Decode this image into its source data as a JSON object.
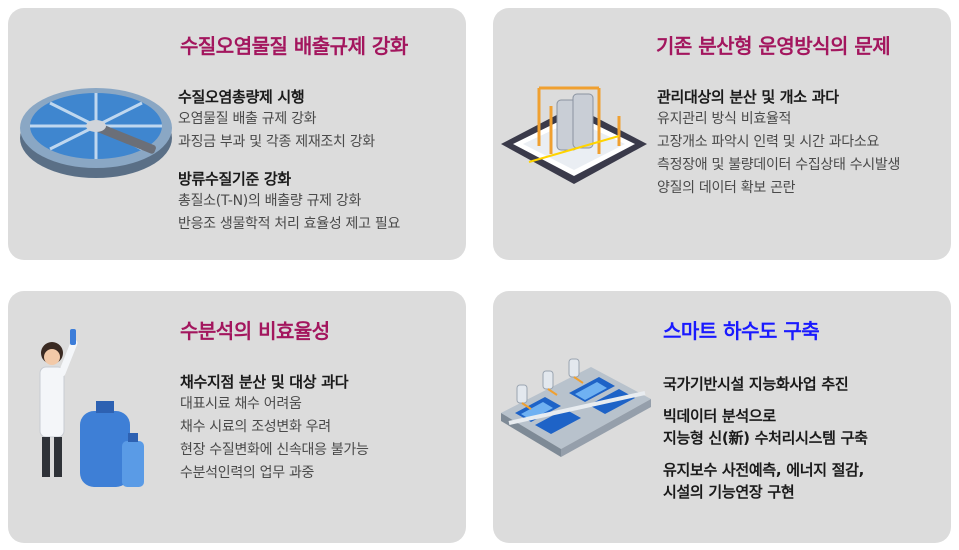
{
  "cards": {
    "top_left": {
      "title": "수질오염물질 배출규제 강화",
      "title_color": "#a3165e",
      "sections": [
        {
          "heading": "수질오염총량제 시행",
          "lines": [
            "오염물질 배출 규제 강화",
            "과징금 부과 및 각종 제재조치 강화"
          ]
        },
        {
          "heading": "방류수질기준 강화",
          "lines": [
            "총질소(T-N)의 배출량 규제 강화",
            "반응조 생물학적 처리 효율성 제고 필요"
          ]
        }
      ]
    },
    "top_right": {
      "title": "기존 분산형 운영방식의 문제",
      "title_color": "#a3165e",
      "sections": [
        {
          "heading": "관리대상의 분산 및 개소 과다",
          "lines": [
            "유지관리 방식 비효율적",
            "고장개소 파악시 인력 및 시간 과다소요",
            "측정장애 및 불량데이터 수집상태 수시발생",
            "양질의 데이터 확보 곤란"
          ]
        }
      ]
    },
    "bottom_left": {
      "title": "수분석의 비효율성",
      "title_color": "#a3165e",
      "sections": [
        {
          "heading": "채수지점 분산 및 대상 과다",
          "lines": [
            "대표시료 채수 어려움",
            "채수 시료의 조성변화 우려",
            "현장 수질변화에 신속대응 불가능",
            "수분석인력의 업무 과중"
          ]
        }
      ]
    },
    "bottom_right": {
      "title": "스마트 하수도 구축",
      "title_color": "#1a1aff",
      "headings": [
        "국가기반시설 지능화사업 추진",
        "빅데이터 분석으로",
        "지능형 신(新) 수처리시스템 구축",
        "유지보수 사전예측, 에너지 절감,",
        "시설의 기능연장 구현"
      ]
    }
  }
}
